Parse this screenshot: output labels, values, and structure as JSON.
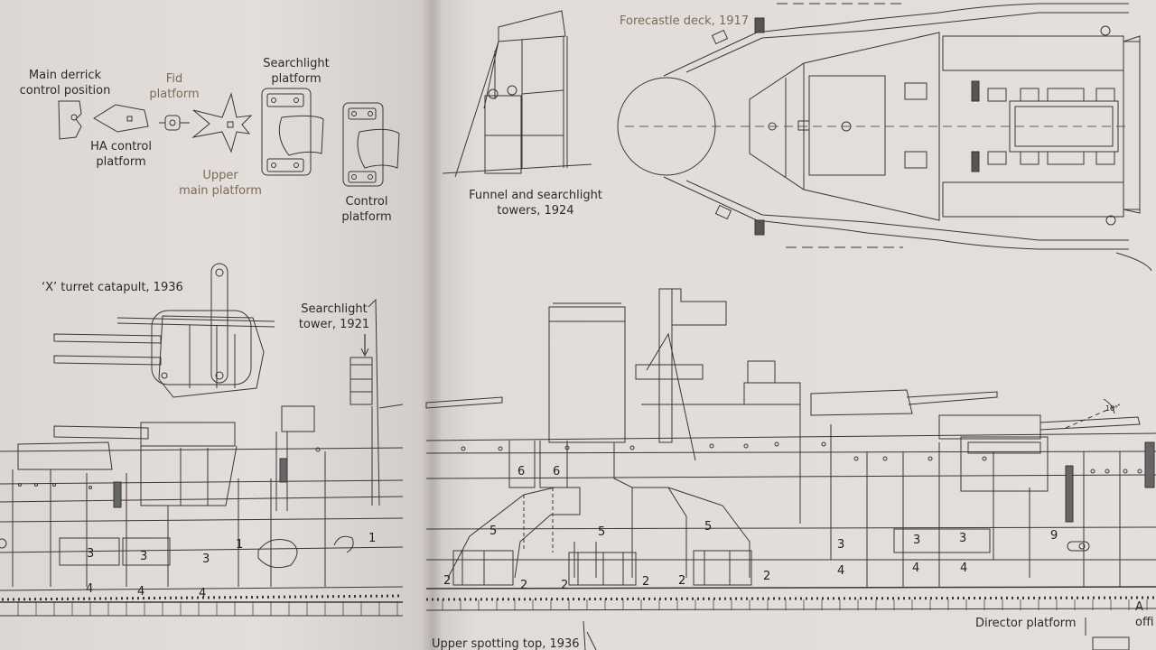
{
  "labels": {
    "main_derrick": "Main derrick\ncontrol position",
    "fid": "Fid\nplatform",
    "searchlight_platform": "Searchlight\nplatform",
    "ha_control": "HA control\nplatform",
    "upper_main": "Upper\nmain platform",
    "control_platform": "Control\nplatform",
    "funnel_towers": "Funnel and searchlight\ntowers, 1924",
    "forecastle": "Forecastle deck, 1917",
    "x_turret": "‘X’ turret catapult, 1936",
    "searchlight_tower": "Searchlight\ntower, 1921",
    "upper_spotting": "Upper spotting top, 1936",
    "director": "Director platform",
    "offi": "A\noffi"
  },
  "compartments": {
    "left": [
      "3",
      "3",
      "3",
      "1",
      "1",
      "4",
      "4",
      "4"
    ],
    "right": [
      "6",
      "6",
      "5",
      "5",
      "5",
      "2",
      "2",
      "2",
      "2",
      "2",
      "2",
      "3",
      "3",
      "3",
      "9",
      "4",
      "4",
      "4"
    ]
  },
  "angle_mark": "10°"
}
